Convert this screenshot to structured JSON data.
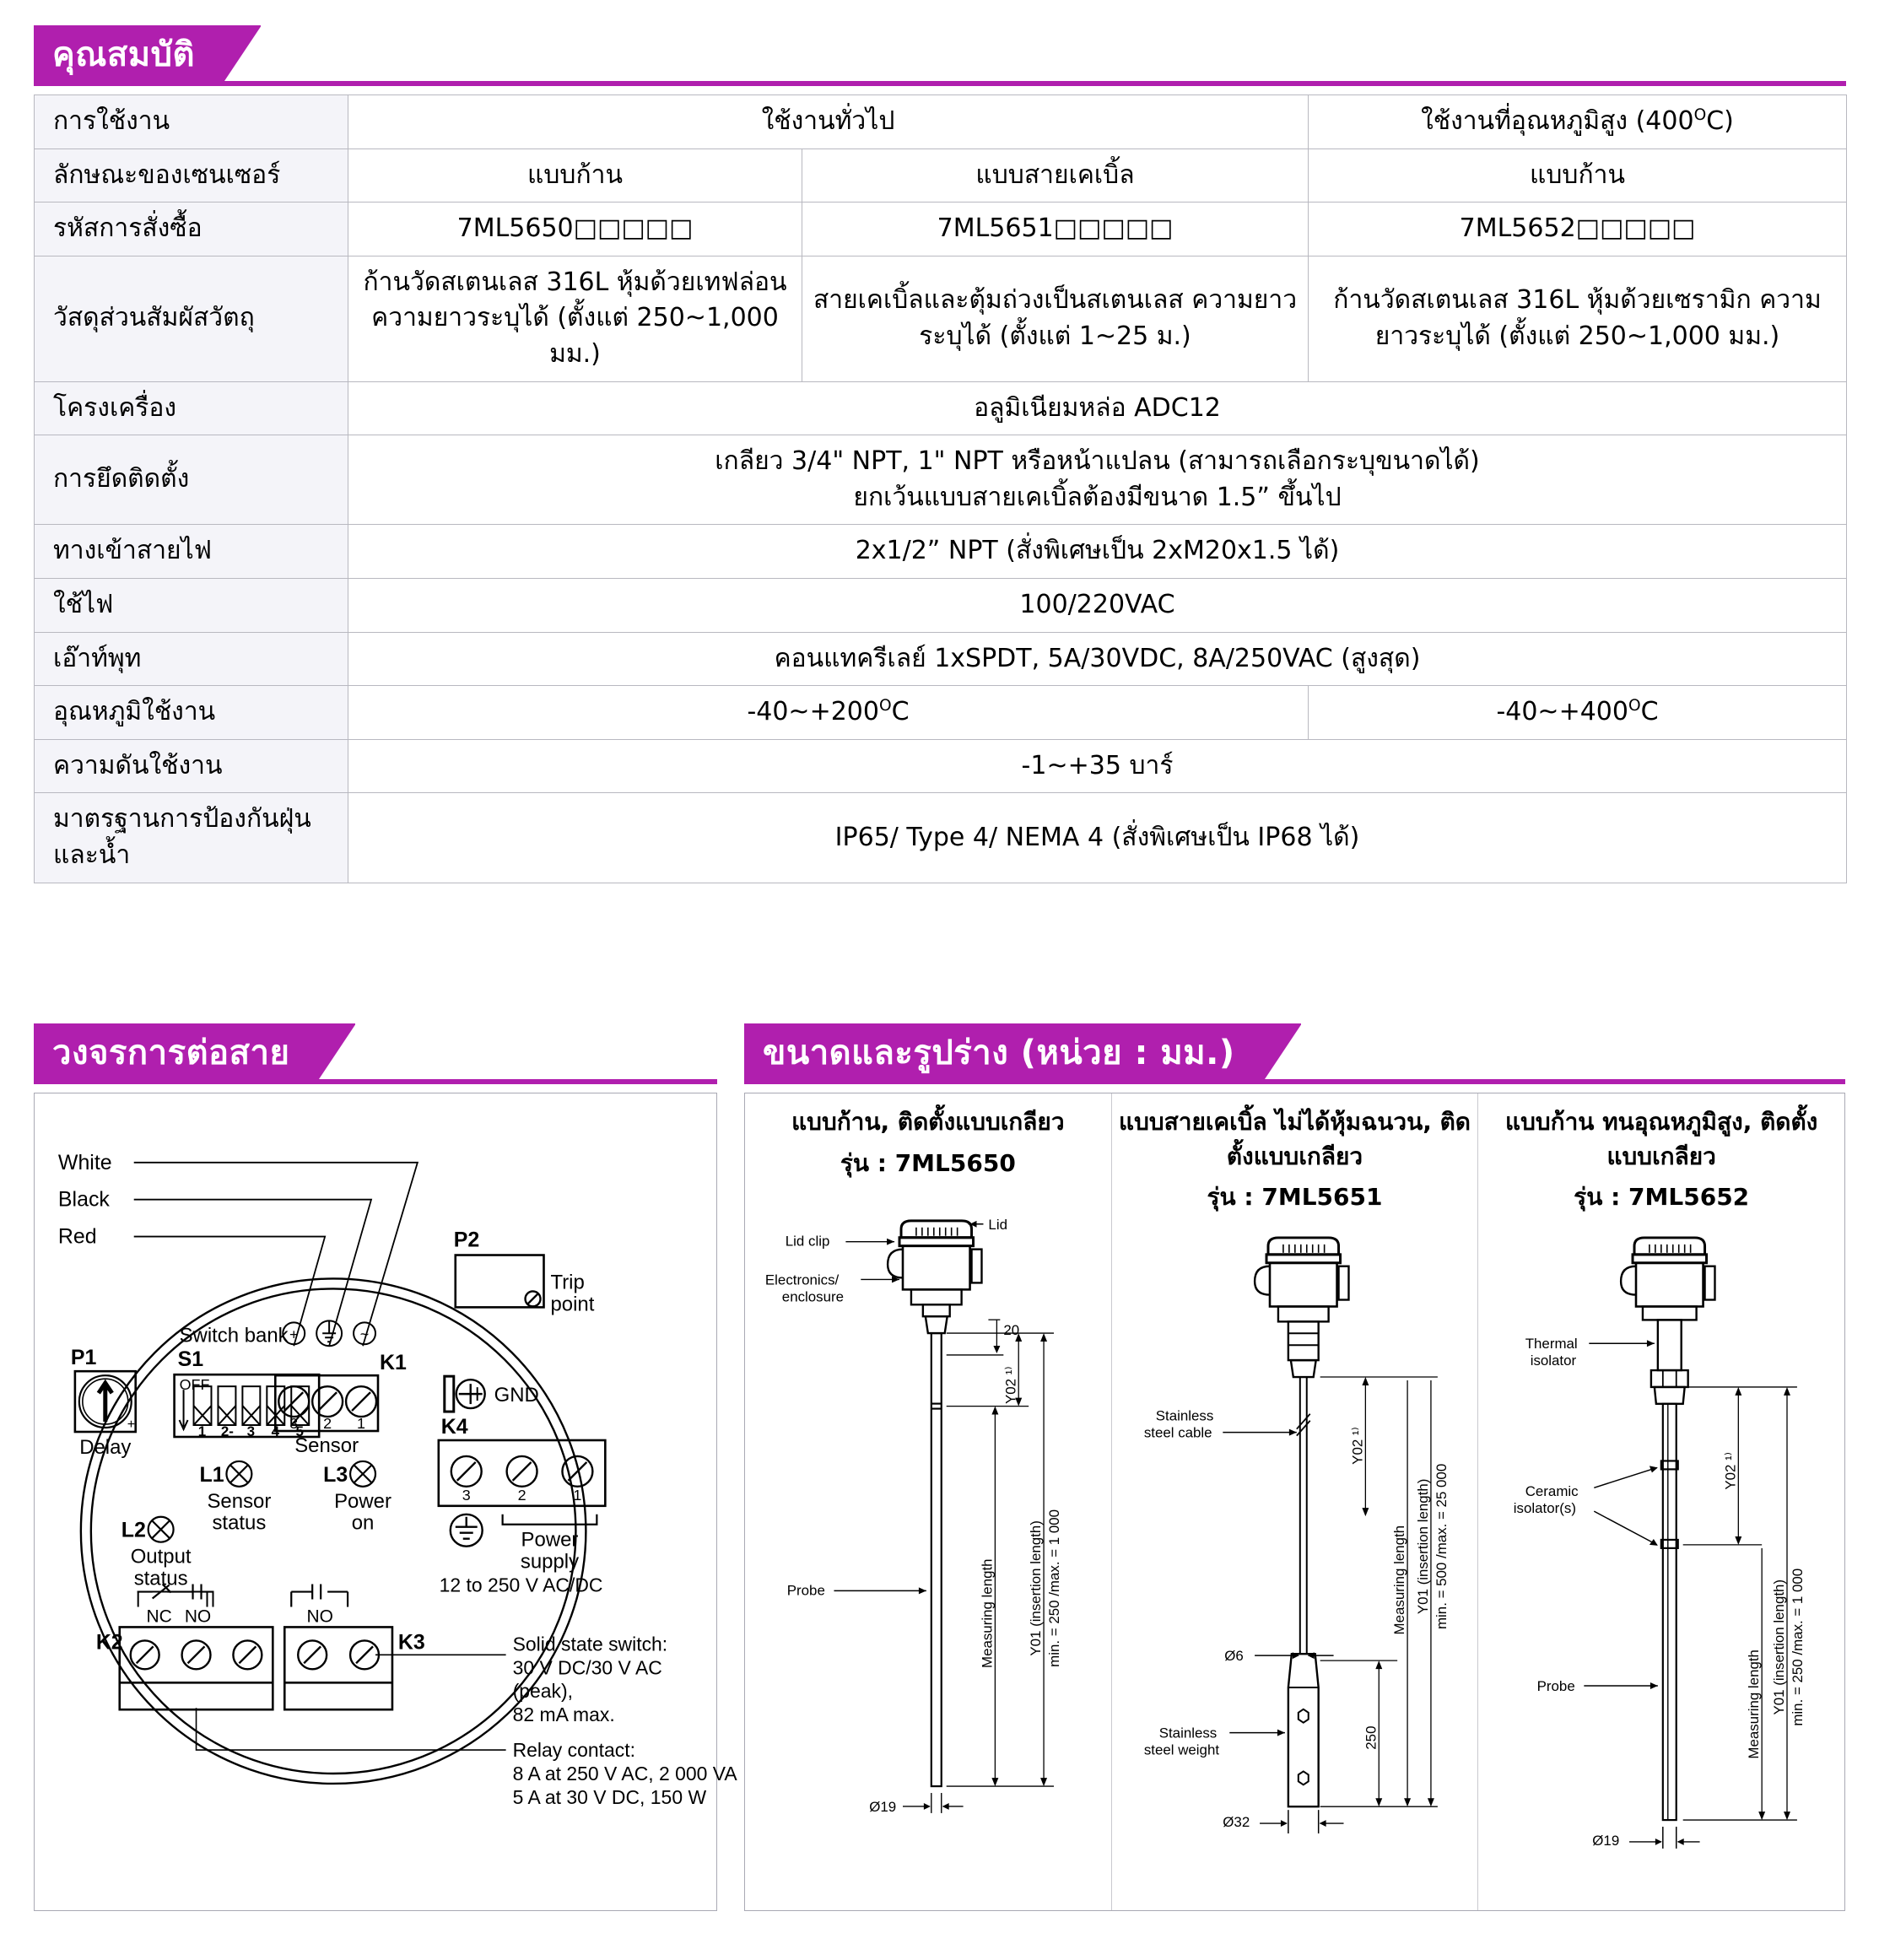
{
  "colors": {
    "accent": "#b01fae",
    "label_bg": "#f4f4f9",
    "border": "#b8b8c0"
  },
  "sections": {
    "specs_title": "คุณสมบัติ",
    "wiring_title": "วงจรการต่อสาย",
    "dimensions_title": "ขนาดและรูปร่าง (หน่วย : มม.)"
  },
  "spec_table": {
    "rows": [
      {
        "label": "การใช้งาน",
        "cells": [
          {
            "text": "ใช้งานทั่วไป",
            "colspan": 2
          },
          {
            "text_pre": "ใช้งานที่อุณหภูมิสูง (400",
            "deg": "O",
            "text_post": "C)",
            "colspan": 1
          }
        ]
      },
      {
        "label": "ลักษณะของเซนเซอร์",
        "cells": [
          {
            "text": "แบบก้าน",
            "colspan": 1
          },
          {
            "text": "แบบสายเคเบิ้ล",
            "colspan": 1
          },
          {
            "text": "แบบก้าน",
            "colspan": 1
          }
        ]
      },
      {
        "label": "รหัสการสั่งซื้อ",
        "cells": [
          {
            "text": "7ML5650□□□□□",
            "colspan": 1
          },
          {
            "text": "7ML5651□□□□□",
            "colspan": 1
          },
          {
            "text": "7ML5652□□□□□",
            "colspan": 1
          }
        ]
      },
      {
        "label": "วัสดุส่วนสัมผัสวัตถุ",
        "cells": [
          {
            "text": "ก้านวัดสเตนเลส 316L หุ้มด้วยเทฟล่อน ความยาวระบุได้ (ตั้งแต่ 250~1,000 มม.)",
            "colspan": 1
          },
          {
            "text": "สายเคเบิ้ลและตุ้มถ่วงเป็นสเตนเลส ความยาวระบุได้ (ตั้งแต่ 1~25 ม.)",
            "colspan": 1
          },
          {
            "text": "ก้านวัดสเตนเลส 316L หุ้มด้วยเซรามิก ความยาวระบุได้ (ตั้งแต่ 250~1,000 มม.)",
            "colspan": 1
          }
        ]
      },
      {
        "label": "โครงเครื่อง",
        "cells": [
          {
            "text": "อลูมิเนียมหล่อ ADC12",
            "colspan": 3
          }
        ]
      },
      {
        "label": "การยึดติดตั้ง",
        "cells": [
          {
            "text": "เกลียว 3/4\" NPT, 1\" NPT หรือหน้าแปลน (สามารถเลือกระบุขนาดได้)\nยกเว้นแบบสายเคเบิ้ลต้องมีขนาด 1.5” ขึ้นไป",
            "colspan": 3
          }
        ]
      },
      {
        "label": "ทางเข้าสายไฟ",
        "cells": [
          {
            "text": "2x1/2” NPT (สั่งพิเศษเป็น  2xM20x1.5 ได้)",
            "colspan": 3
          }
        ]
      },
      {
        "label": "ใช้ไฟ",
        "cells": [
          {
            "text": "100/220VAC",
            "colspan": 3
          }
        ]
      },
      {
        "label": "เอ๊าท์พุท",
        "cells": [
          {
            "text": "คอนแทครีเลย์ 1xSPDT, 5A/30VDC, 8A/250VAC (สูงสุด)",
            "colspan": 3
          }
        ]
      },
      {
        "label": "อุณหภูมิใช้งาน",
        "cells": [
          {
            "text_pre": "-40~+200",
            "deg": "O",
            "text_post": "C",
            "colspan": 2
          },
          {
            "text_pre": "-40~+400",
            "deg": "O",
            "text_post": "C",
            "colspan": 1
          }
        ]
      },
      {
        "label": "ความดันใช้งาน",
        "cells": [
          {
            "text": "-1~+35 บาร์",
            "colspan": 3
          }
        ]
      },
      {
        "label": "มาตรฐานการป้องกันฝุ่นและน้ำ",
        "cells": [
          {
            "text": "IP65/ Type 4/ NEMA 4 (สั่งพิเศษเป็น IP68 ได้)",
            "colspan": 3
          }
        ]
      }
    ]
  },
  "wiring_diagram": {
    "wire_labels": [
      "White",
      "Black",
      "Red"
    ],
    "p1": "P1",
    "p1_caption": "Delay",
    "p1_plus": "+",
    "s1": "S1",
    "s1_caption": "Switch bank",
    "s1_off": "OFF",
    "s1_numbers": [
      "1",
      "2-",
      "3",
      "4",
      "5"
    ],
    "p2": "P2",
    "p2_caption_line1": "Trip",
    "p2_caption_line2": "point",
    "k1": "K1",
    "k1_caption": "Sensor",
    "k1_terminals": [
      "3",
      "2",
      "1"
    ],
    "k1_symbols": [
      "+",
      "⏚",
      "~"
    ],
    "k4": "K4",
    "gnd": "GND",
    "k4_terminals": [
      "3",
      "2",
      "1"
    ],
    "power_supply_line1": "Power",
    "power_supply_line2": "supply",
    "power_supply_range": "12 to 250 V AC/DC",
    "l1": "L1",
    "l1_caption_line1": "Sensor",
    "l1_caption_line2": "status",
    "l2": "L2",
    "l2_caption_line1": "Output",
    "l2_caption_line2": "status",
    "l3": "L3",
    "l3_caption_line1": "Power",
    "l3_caption_line2": "on",
    "k2": "K2",
    "k2_nc": "NC",
    "k2_no": "NO",
    "k3": "K3",
    "k3_no": "NO",
    "solid_state": [
      "Solid state switch:",
      "30 V DC/30 V AC",
      "(peak),",
      "82 mA max."
    ],
    "relay_contact": [
      "Relay contact:",
      "8 A at 250 V AC, 2 000 VA",
      "5 A at 30 V DC, 150 W"
    ]
  },
  "dimension_drawings": [
    {
      "title": "แบบก้าน, ติดตั้งแบบเกลียว",
      "model": "รุ่น : 7ML5650",
      "callouts": {
        "lid": "Lid",
        "lid_clip": "Lid clip",
        "electronics_line1": "Electronics/",
        "electronics_line2": "enclosure",
        "probe": "Probe",
        "twenty": "20",
        "y02": "Y02 ¹⁾",
        "measuring_length": "Measuring length",
        "y01_line1": "Y01 (insertion length)",
        "y01_line2": "min. = 250 /max. = 1 000",
        "diameter": "Ø19"
      }
    },
    {
      "title": "แบบสายเคเบิ้ล ไม่ได้หุ้มฉนวน, ติดตั้งแบบเกลียว",
      "model": "รุ่น : 7ML5651",
      "callouts": {
        "stainless_cable_line1": "Stainless",
        "stainless_cable_line2": "steel cable",
        "stainless_weight_line1": "Stainless",
        "stainless_weight_line2": "steel weight",
        "cable_diameter": "Ø6",
        "weight_diameter": "Ø32",
        "weight_length": "250",
        "y02": "Y02 ¹⁾",
        "measuring_length": "Measuring length",
        "y01_line1": "Y01 (insertion length)",
        "y01_line2": "min. = 500 /max. = 25 000"
      }
    },
    {
      "title": "แบบก้าน ทนอุณหภูมิสูง, ติดตั้งแบบเกลียว",
      "model": "รุ่น : 7ML5652",
      "callouts": {
        "thermal_line1": "Thermal",
        "thermal_line2": "isolator",
        "ceramic_line1": "Ceramic",
        "ceramic_line2": "isolator(s)",
        "probe": "Probe",
        "y02": "Y02 ¹⁾",
        "measuring_length": "Measuring length",
        "y01_line1": "Y01 (insertion length)",
        "y01_line2": "min. = 250 /max. = 1 000",
        "diameter": "Ø19"
      }
    }
  ]
}
